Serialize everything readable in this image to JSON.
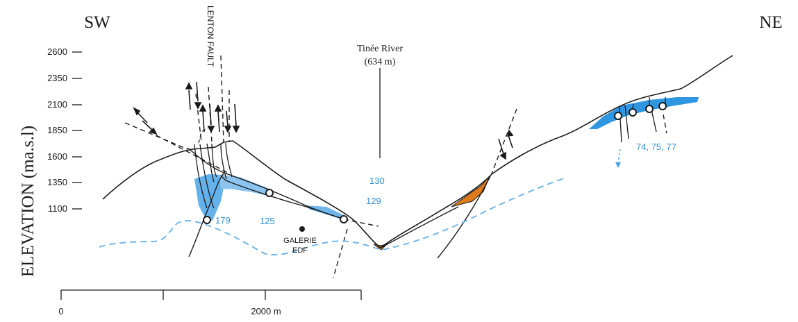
{
  "orientation": {
    "left": "SW",
    "right": "NE"
  },
  "y_axis": {
    "label": "ELEVATION (ma.s.l)",
    "ticks": [
      "2600",
      "2350",
      "2100",
      "1850",
      "1600",
      "1350",
      "1100"
    ]
  },
  "scale_bar": {
    "labels": [
      "0",
      "2000 m"
    ]
  },
  "annotations": {
    "fault": "LENTON FAULT",
    "river_name": "Tinée River",
    "river_elev": "(634 m)",
    "galerie_line1": "GALERIE",
    "galerie_line2": "EDF"
  },
  "spring_labels": {
    "s179": "179",
    "s125": "125",
    "s130": "130",
    "s129": "129",
    "s74": "74, 75, 77"
  },
  "colors": {
    "aquifer_blue": "#4aa3e6",
    "light_blue": "#8cc4ef",
    "label_blue": "#2e8fd6",
    "deposit_orange": "#e07b1c",
    "line": "#1a1a1a"
  }
}
